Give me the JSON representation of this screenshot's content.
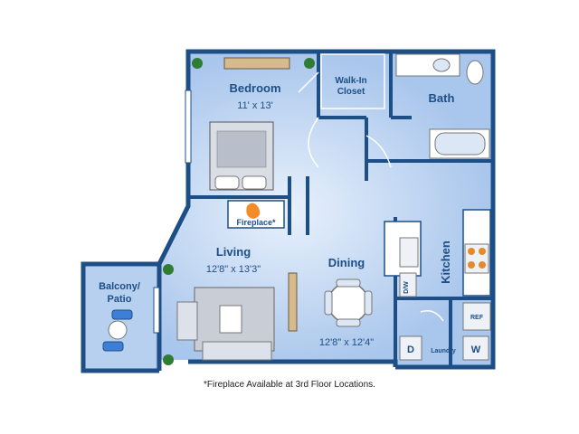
{
  "rooms": {
    "bedroom": {
      "name": "Bedroom",
      "size": "11' x 13'"
    },
    "walk_in_closet": {
      "line1": "Walk-In",
      "line2": "Closet"
    },
    "bath": {
      "name": "Bath"
    },
    "living": {
      "name": "Living",
      "size": "12'8\" x 13'3\""
    },
    "dining": {
      "name": "Dining",
      "size": "12'8\" x 12'4\""
    },
    "kitchen": {
      "name": "Kitchen"
    },
    "balcony": {
      "line1": "Balcony/",
      "line2": "Patio"
    }
  },
  "fixtures": {
    "fireplace": "Fireplace*",
    "dishwasher": "D/W",
    "refrigerator": "REF",
    "laundry": "Laundry",
    "dryer": "D",
    "washer": "W"
  },
  "footnote": "*Fireplace Available at 3rd Floor Locations.",
  "colors": {
    "floor": "#a9c6ec",
    "wall": "#1d4f86",
    "label": "#1d4f86"
  }
}
